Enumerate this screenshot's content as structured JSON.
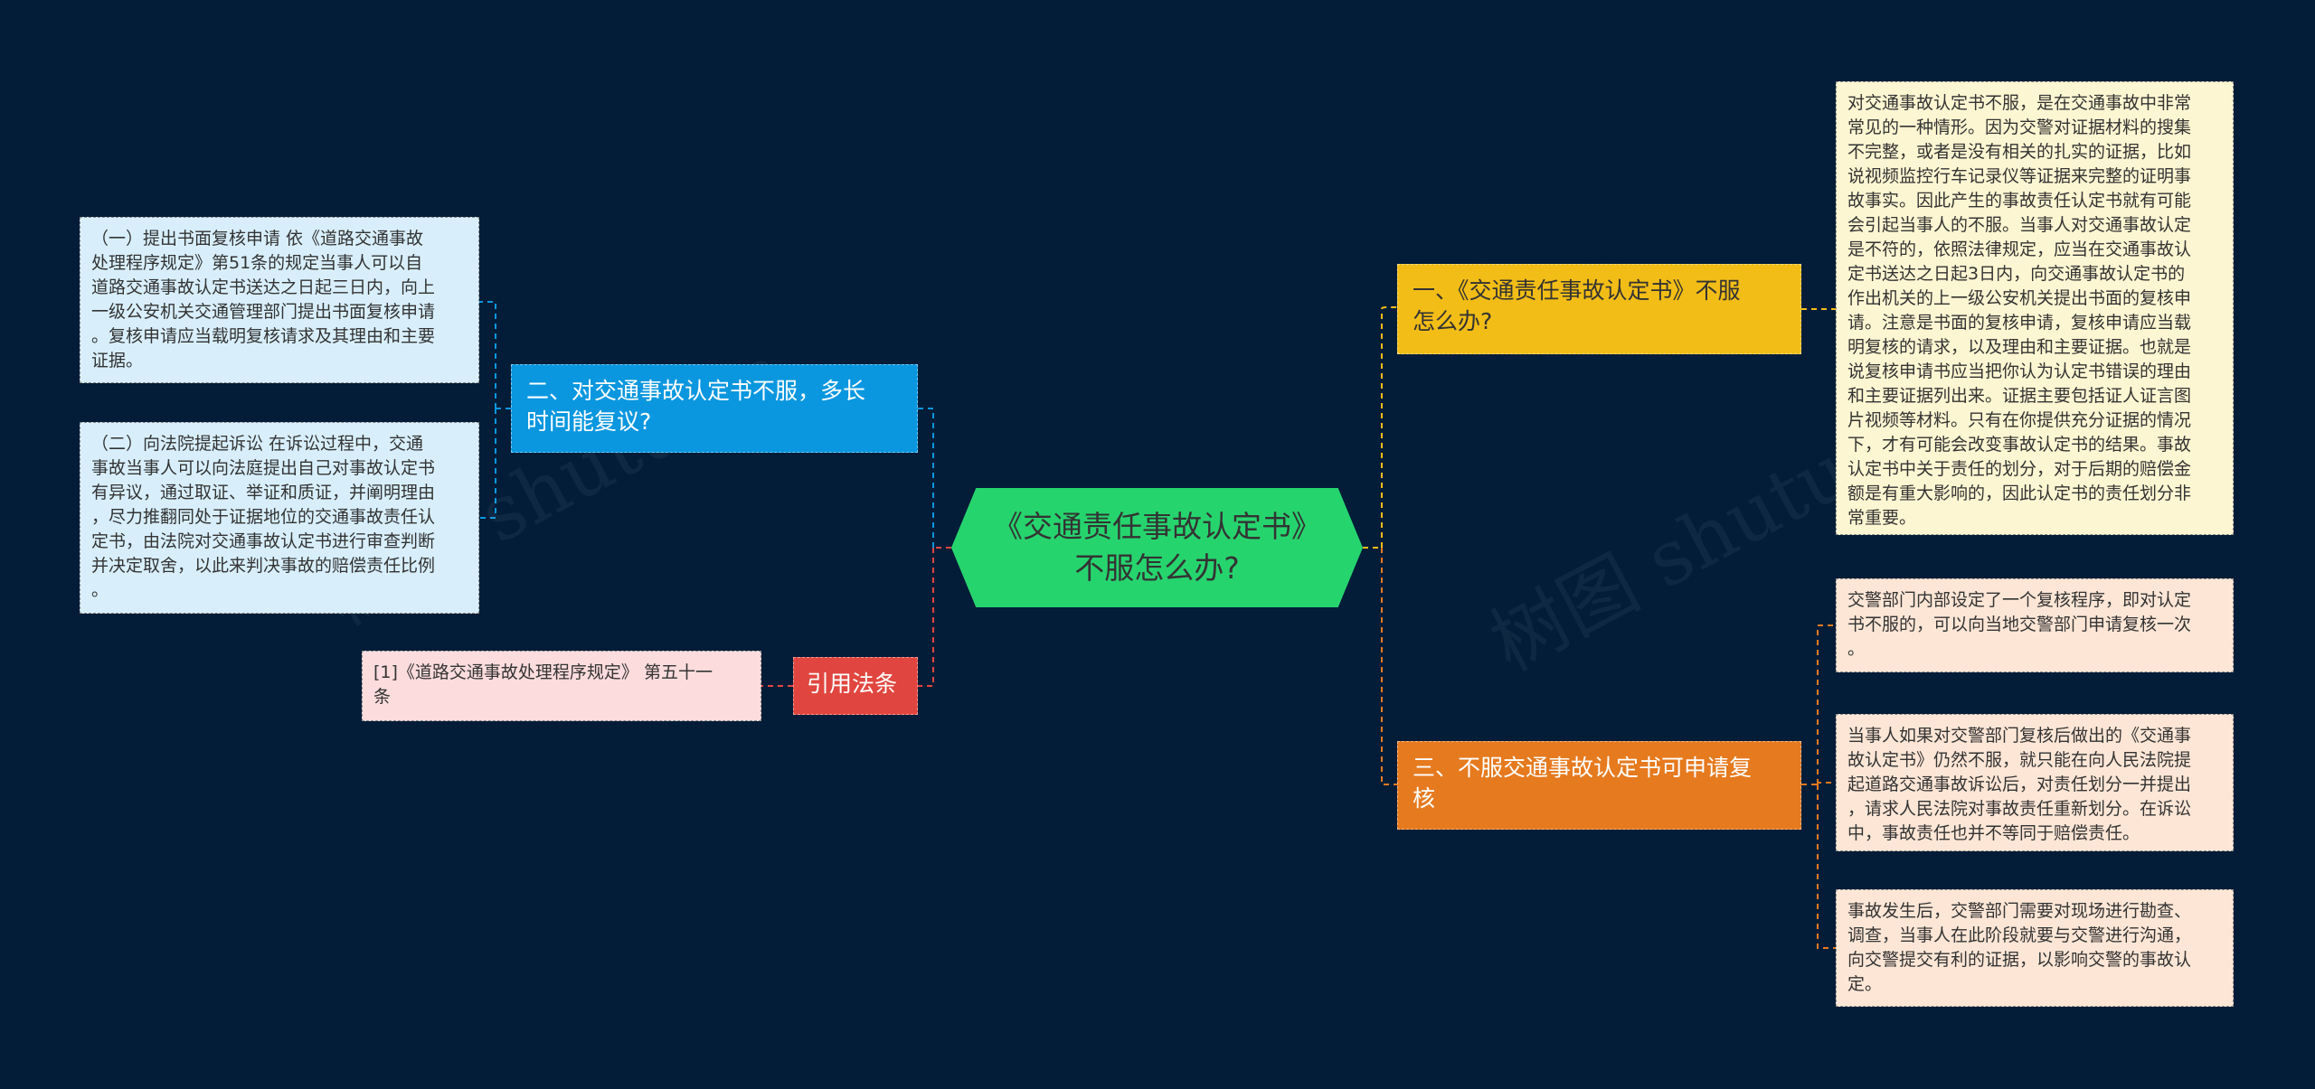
{
  "root": {
    "lines": [
      "《交通责任事故认定书》",
      "不服怎么办?"
    ]
  },
  "branches": {
    "b1": {
      "lines": [
        "一、《交通责任事故认定书》不服",
        "怎么办?"
      ]
    },
    "b2": {
      "lines": [
        "二、对交通事故认定书不服，多长",
        "时间能复议?"
      ]
    },
    "b3": {
      "lines": [
        "三、不服交通事故认定书可申请复",
        "核"
      ]
    },
    "b4": {
      "lines": [
        "引用法条"
      ]
    }
  },
  "leaves": {
    "l1": {
      "lines": [
        "对交通事故认定书不服，是在交通事故中非常",
        "常见的一种情形。因为交警对证据材料的搜集",
        "不完整，或者是没有相关的扎实的证据，比如",
        "说视频监控行车记录仪等证据来完整的证明事",
        "故事实。因此产生的事故责任认定书就有可能",
        "会引起当事人的不服。当事人对交通事故认定",
        "是不符的，依照法律规定，应当在交通事故认",
        "定书送达之日起3日内，向交通事故认定书的",
        "作出机关的上一级公安机关提出书面的复核申",
        "请。注意是书面的复核申请，复核申请应当载",
        "明复核的请求，以及理由和主要证据。也就是",
        "说复核申请书应当把你认为认定书错误的理由",
        "和主要证据列出来。证据主要包括证人证言图",
        "片视频等材料。只有在你提供充分证据的情况",
        "下，才有可能会改变事故认定书的结果。事故",
        "认定书中关于责任的划分，对于后期的赔偿金",
        "额是有重大影响的，因此认定书的责任划分非",
        "常重要。"
      ]
    },
    "l2": {
      "lines": [
        "（一）提出书面复核申请 依《道路交通事故",
        "处理程序规定》第51条的规定当事人可以自",
        "道路交通事故认定书送达之日起三日内，向上",
        "一级公安机关交通管理部门提出书面复核申请",
        "。复核申请应当载明复核请求及其理由和主要",
        "证据。"
      ]
    },
    "l3": {
      "lines": [
        "（二）向法院提起诉讼 在诉讼过程中，交通",
        "事故当事人可以向法庭提出自己对事故认定书",
        "有异议，通过取证、举证和质证，并阐明理由",
        "，尽力推翻同处于证据地位的交通事故责任认",
        "定书，由法院对交通事故认定书进行审查判断",
        "并决定取舍，以此来判决事故的赔偿责任比例",
        "。"
      ]
    },
    "l4": {
      "lines": [
        "交警部门内部设定了一个复核程序，即对认定",
        "书不服的，可以向当地交警部门申请复核一次",
        "。"
      ]
    },
    "l5": {
      "lines": [
        "当事人如果对交警部门复核后做出的《交通事",
        "故认定书》仍然不服，就只能在向人民法院提",
        "起道路交通事故诉讼后，对责任划分一并提出",
        "，请求人民法院对事故责任重新划分。在诉讼",
        "中，事故责任也并不等同于赔偿责任。"
      ]
    },
    "l6": {
      "lines": [
        "事故发生后，交警部门需要对现场进行勘查、",
        "调查，当事人在此阶段就要与交警进行沟通，",
        "向交警提交有利的证据，以影响交警的事故认",
        "定。"
      ]
    },
    "l7": {
      "lines": [
        "[1]《道路交通事故处理程序规定》 第五十一",
        "条"
      ]
    }
  },
  "watermarks": [
    "树图 shutu.cn",
    "树图 shutu.cn"
  ],
  "colors": {
    "background": "#031d38",
    "root": "#26d46e",
    "branch_yellow": "#f2bd16",
    "branch_blue": "#0a97df",
    "branch_orange": "#e67a1f",
    "branch_red": "#e0463f"
  }
}
